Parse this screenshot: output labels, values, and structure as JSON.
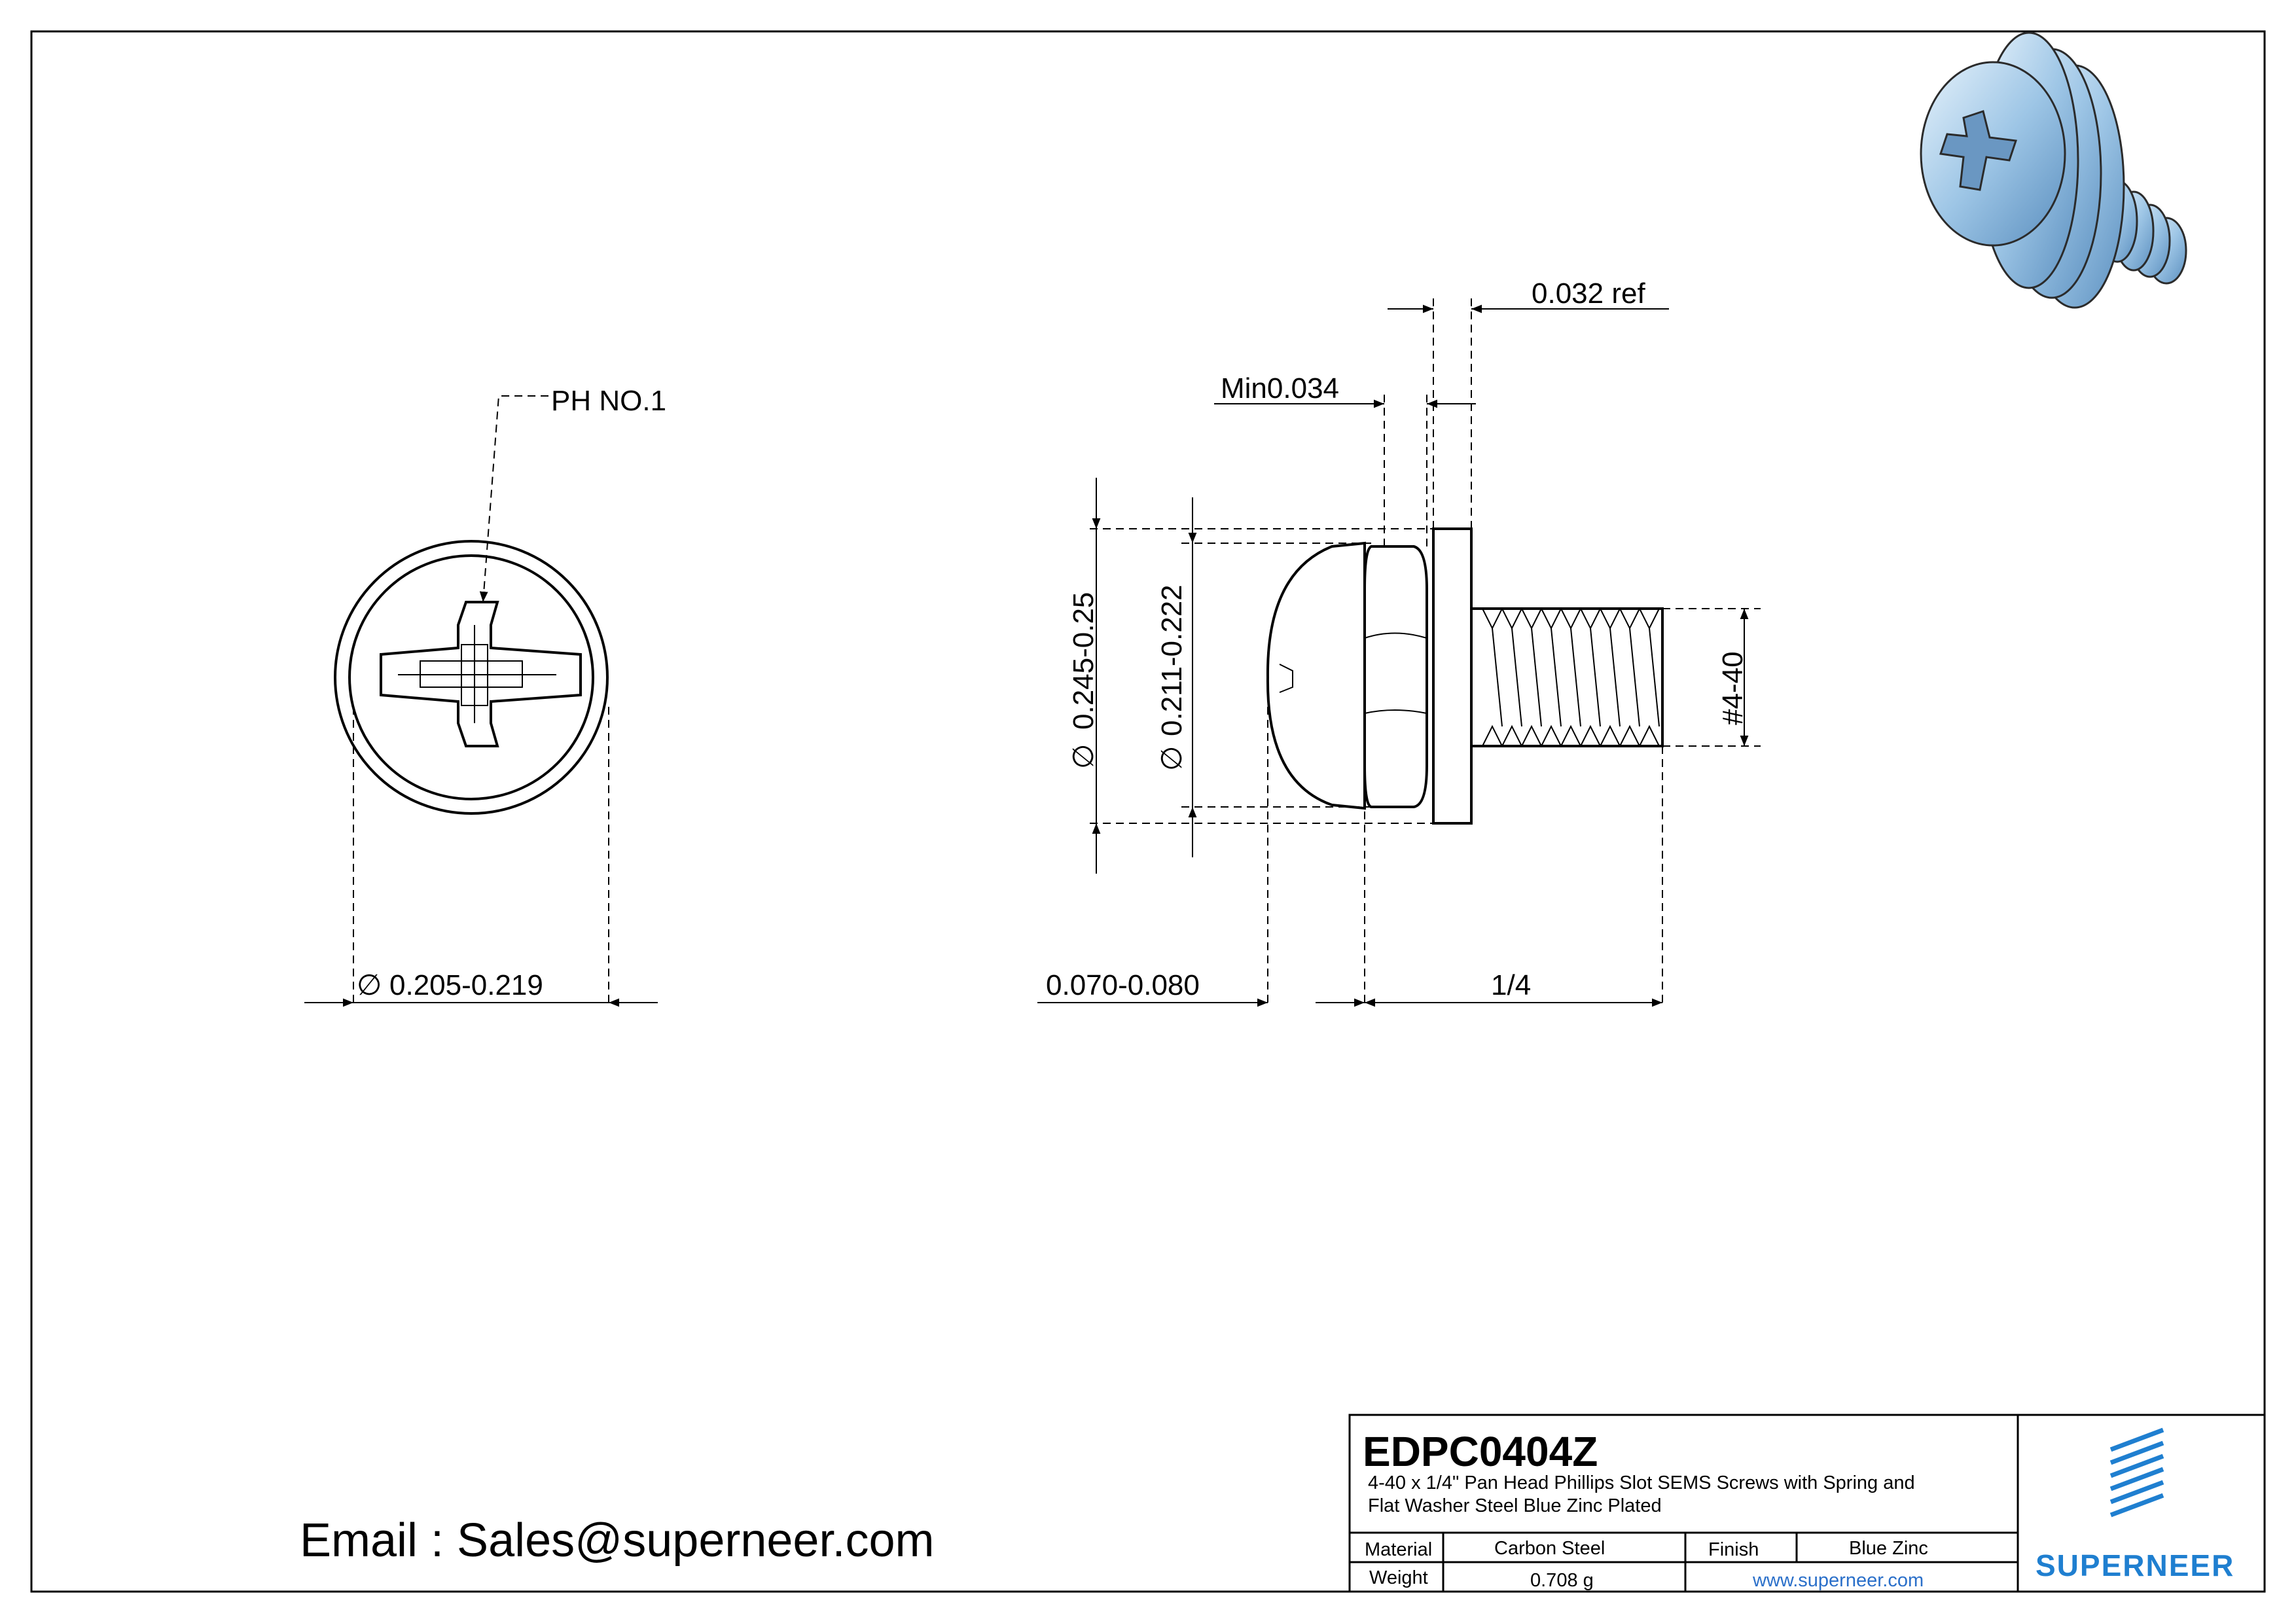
{
  "drawing": {
    "callout": "PH NO.1",
    "dims": {
      "head_dia": "0.205-0.219",
      "head_height": "0.070-0.080",
      "length": "1/4",
      "thread": "#4-40",
      "washer_outer": "0.245-0.25",
      "spring_outer": "0.211-0.222",
      "spring_thk": "Min0.034",
      "flat_thk": "0.032 ref"
    },
    "dia_symbol": "∅"
  },
  "email": "Email : Sales@superneer.com",
  "title_block": {
    "code": "EDPC0404Z",
    "desc_line1": "4-40 x 1/4\" Pan Head Phillips Slot SEMS Screws with Spring and",
    "desc_line2": "Flat Washer Steel Blue Zinc Plated",
    "material_label": "Material",
    "material": "Carbon Steel",
    "finish_label": "Finish",
    "finish": "Blue Zinc",
    "weight_label": "Weight",
    "weight": "0.708 g",
    "website": "www.superneer.com",
    "brand": "SUPERNEER"
  },
  "colors": {
    "brand": "#1f7fd0",
    "render_blue": "#a9cbe6"
  }
}
